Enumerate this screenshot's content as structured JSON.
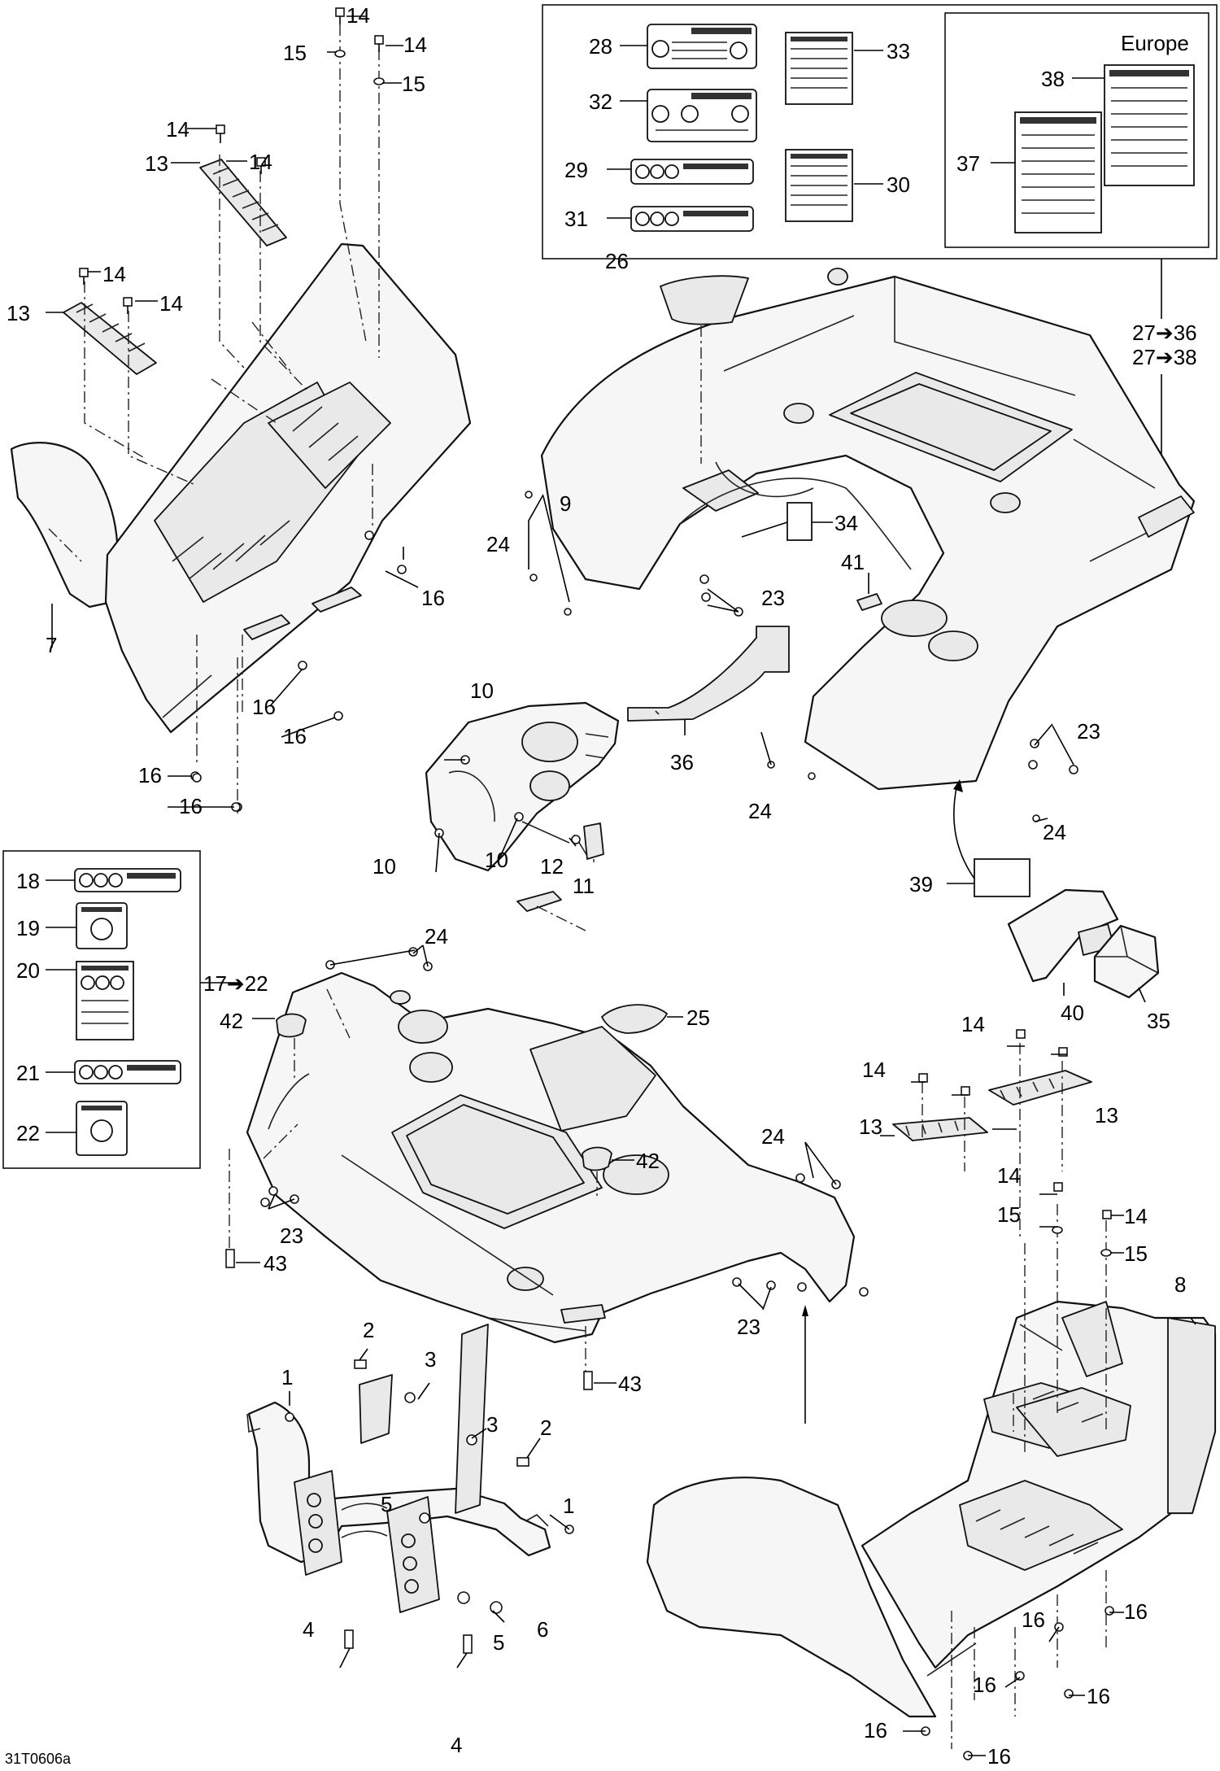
{
  "drawing_code": "31T0606a",
  "inset_region_title": "Europe",
  "callouts": {
    "c1": "1",
    "c2": "2",
    "c3": "3",
    "c4": "4",
    "c5": "5",
    "c6": "6",
    "c7": "7",
    "c8": "8",
    "c9": "9",
    "c10": "10",
    "c11": "11",
    "c12": "12",
    "c13": "13",
    "c14": "14",
    "c15": "15",
    "c16": "16",
    "c17_22": "17➔22",
    "c18": "18",
    "c19": "19",
    "c20": "20",
    "c21": "21",
    "c22": "22",
    "c23": "23",
    "c24": "24",
    "c25": "25",
    "c26": "26",
    "c27_36": "27➔36",
    "c27_38": "27➔38",
    "c28": "28",
    "c29": "29",
    "c30": "30",
    "c31": "31",
    "c32": "32",
    "c33": "33",
    "c34": "34",
    "c35": "35",
    "c36": "36",
    "c37": "37",
    "c38": "38",
    "c39": "39",
    "c40": "40",
    "c41": "41",
    "c42": "42",
    "c43": "43"
  }
}
